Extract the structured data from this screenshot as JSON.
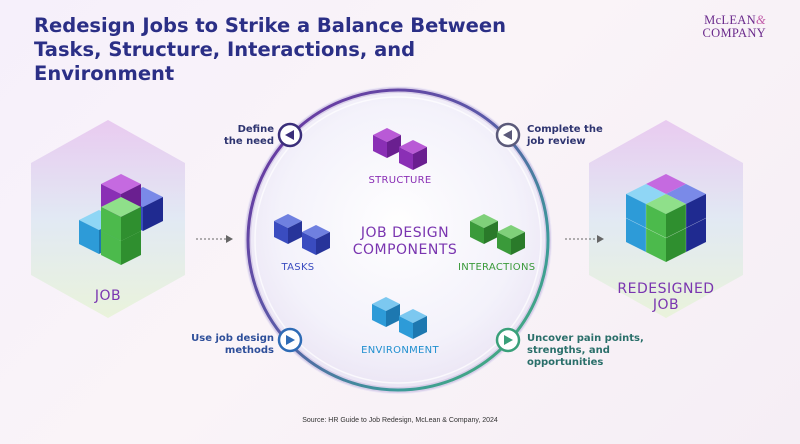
{
  "title": {
    "line1": "Redesign Jobs to Strike a Balance Between",
    "line2": "Tasks, Structure, Interactions, and Environment"
  },
  "logo": {
    "line1": "McLEAN",
    "amp": "&",
    "line2": "COMPANY"
  },
  "left_box": {
    "label": "JOB"
  },
  "right_box": {
    "label_line1": "REDESIGNED",
    "label_line2": "JOB"
  },
  "center": {
    "line1": "JOB DESIGN",
    "line2": "COMPONENTS"
  },
  "components": {
    "structure": "STRUCTURE",
    "tasks": "TASKS",
    "interactions": "INTERACTIONS",
    "environment": "ENVIRONMENT"
  },
  "steps": {
    "define": {
      "line1": "Define",
      "line2": "the need"
    },
    "complete": {
      "line1": "Complete the",
      "line2": "job review"
    },
    "use": {
      "line1": "Use job design",
      "line2": "methods"
    },
    "uncover": {
      "line1": "Uncover pain points,",
      "line2": "strengths, and",
      "line3": "opportunities"
    }
  },
  "colors": {
    "title": "#2b2f86",
    "structure": "#8a2fb5",
    "tasks": "#3a4cc0",
    "interactions": "#3a9a3a",
    "environment": "#1f8fcf",
    "step_text": "#2e3470"
  },
  "source": "Source: HR Guide to Job Redesign, McLean & Company, 2024"
}
